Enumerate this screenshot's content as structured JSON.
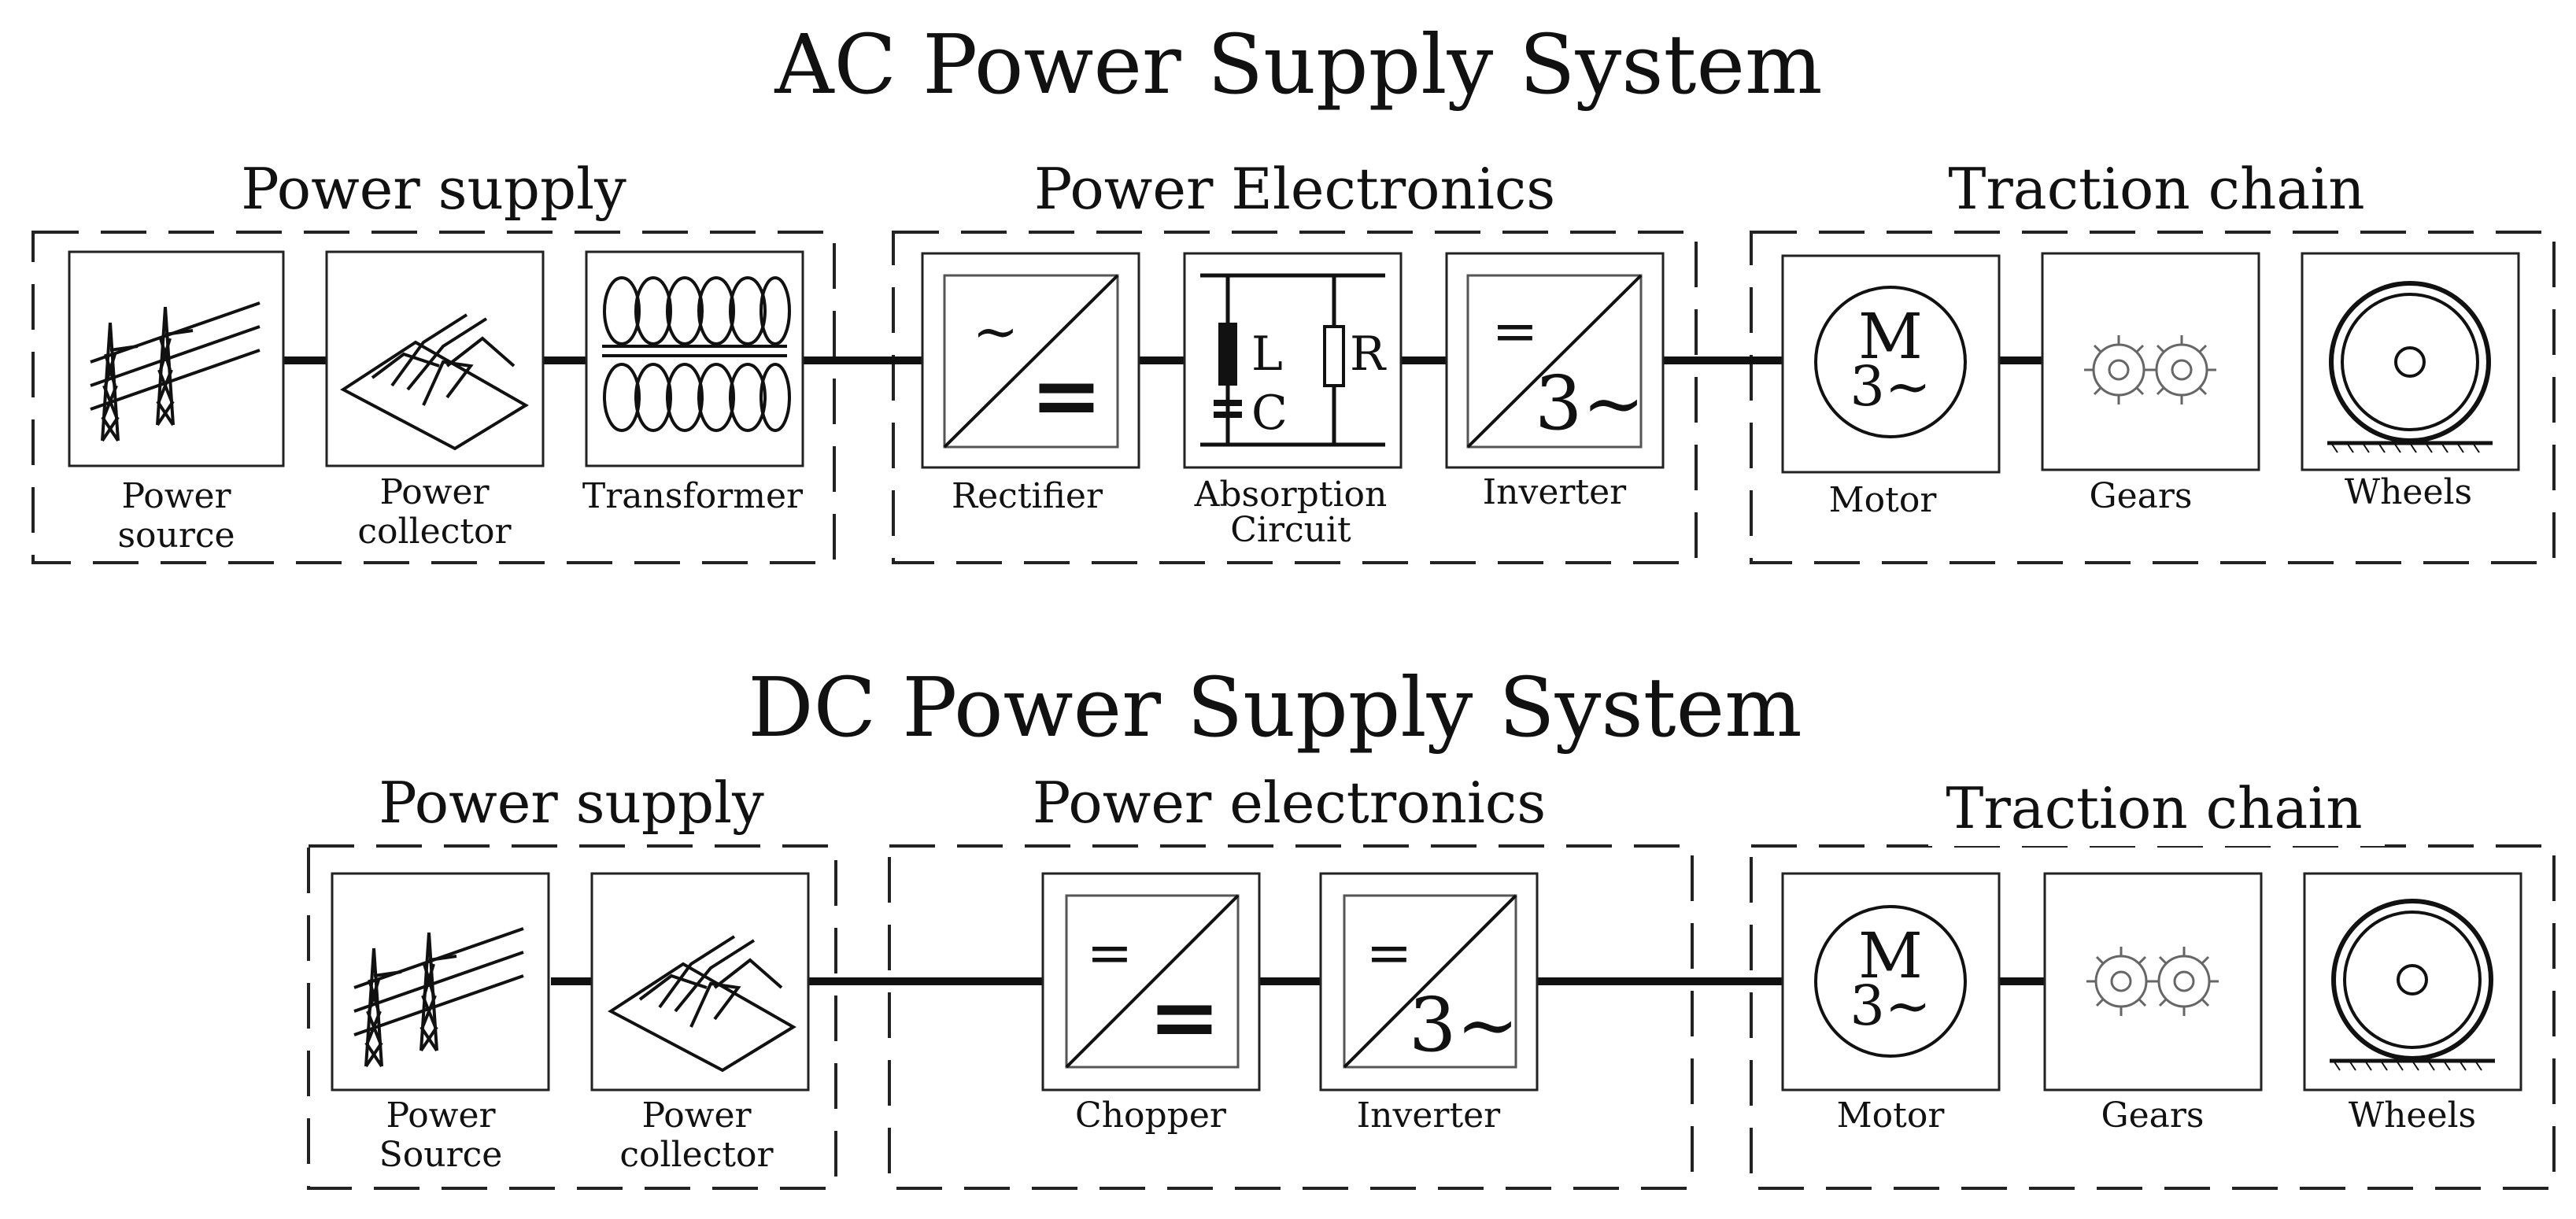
{
  "ac_system": {
    "title": "AC Power Supply System",
    "groups": {
      "supply": "Power supply",
      "electronics": "Power Electronics",
      "traction": "Traction chain"
    },
    "components": {
      "power_source": [
        "Power",
        "source"
      ],
      "power_collector": [
        "Power",
        "collector"
      ],
      "transformer": [
        "Transformer"
      ],
      "rectifier": [
        "Rectifier"
      ],
      "absorption": [
        "Absorption",
        "Circuit"
      ],
      "inverter": [
        "Inverter"
      ],
      "motor": [
        "Motor"
      ],
      "gears": [
        "Gears"
      ],
      "wheels": [
        "Wheels"
      ]
    },
    "symbols": {
      "rect_top": "~",
      "rect_bottom": "=",
      "inv_top": "=",
      "inv_bottom": "3~",
      "inductor": "L",
      "capacitor": "C",
      "resistor": "R",
      "motor_m": "M",
      "motor_3": "3~"
    }
  },
  "dc_system": {
    "title": "DC Power Supply System",
    "groups": {
      "supply": "Power supply",
      "electronics": "Power electronics",
      "traction": "Traction chain"
    },
    "components": {
      "power_source": [
        "Power",
        "Source"
      ],
      "power_collector": [
        "Power",
        "collector"
      ],
      "chopper": [
        "Chopper"
      ],
      "inverter": [
        "Inverter"
      ],
      "motor": [
        "Motor"
      ],
      "gears": [
        "Gears"
      ],
      "wheels": [
        "Wheels"
      ]
    },
    "symbols": {
      "chop_top": "=",
      "chop_bottom": "=",
      "inv_top": "=",
      "inv_bottom": "3~",
      "motor_m": "M",
      "motor_3": "3~"
    }
  }
}
